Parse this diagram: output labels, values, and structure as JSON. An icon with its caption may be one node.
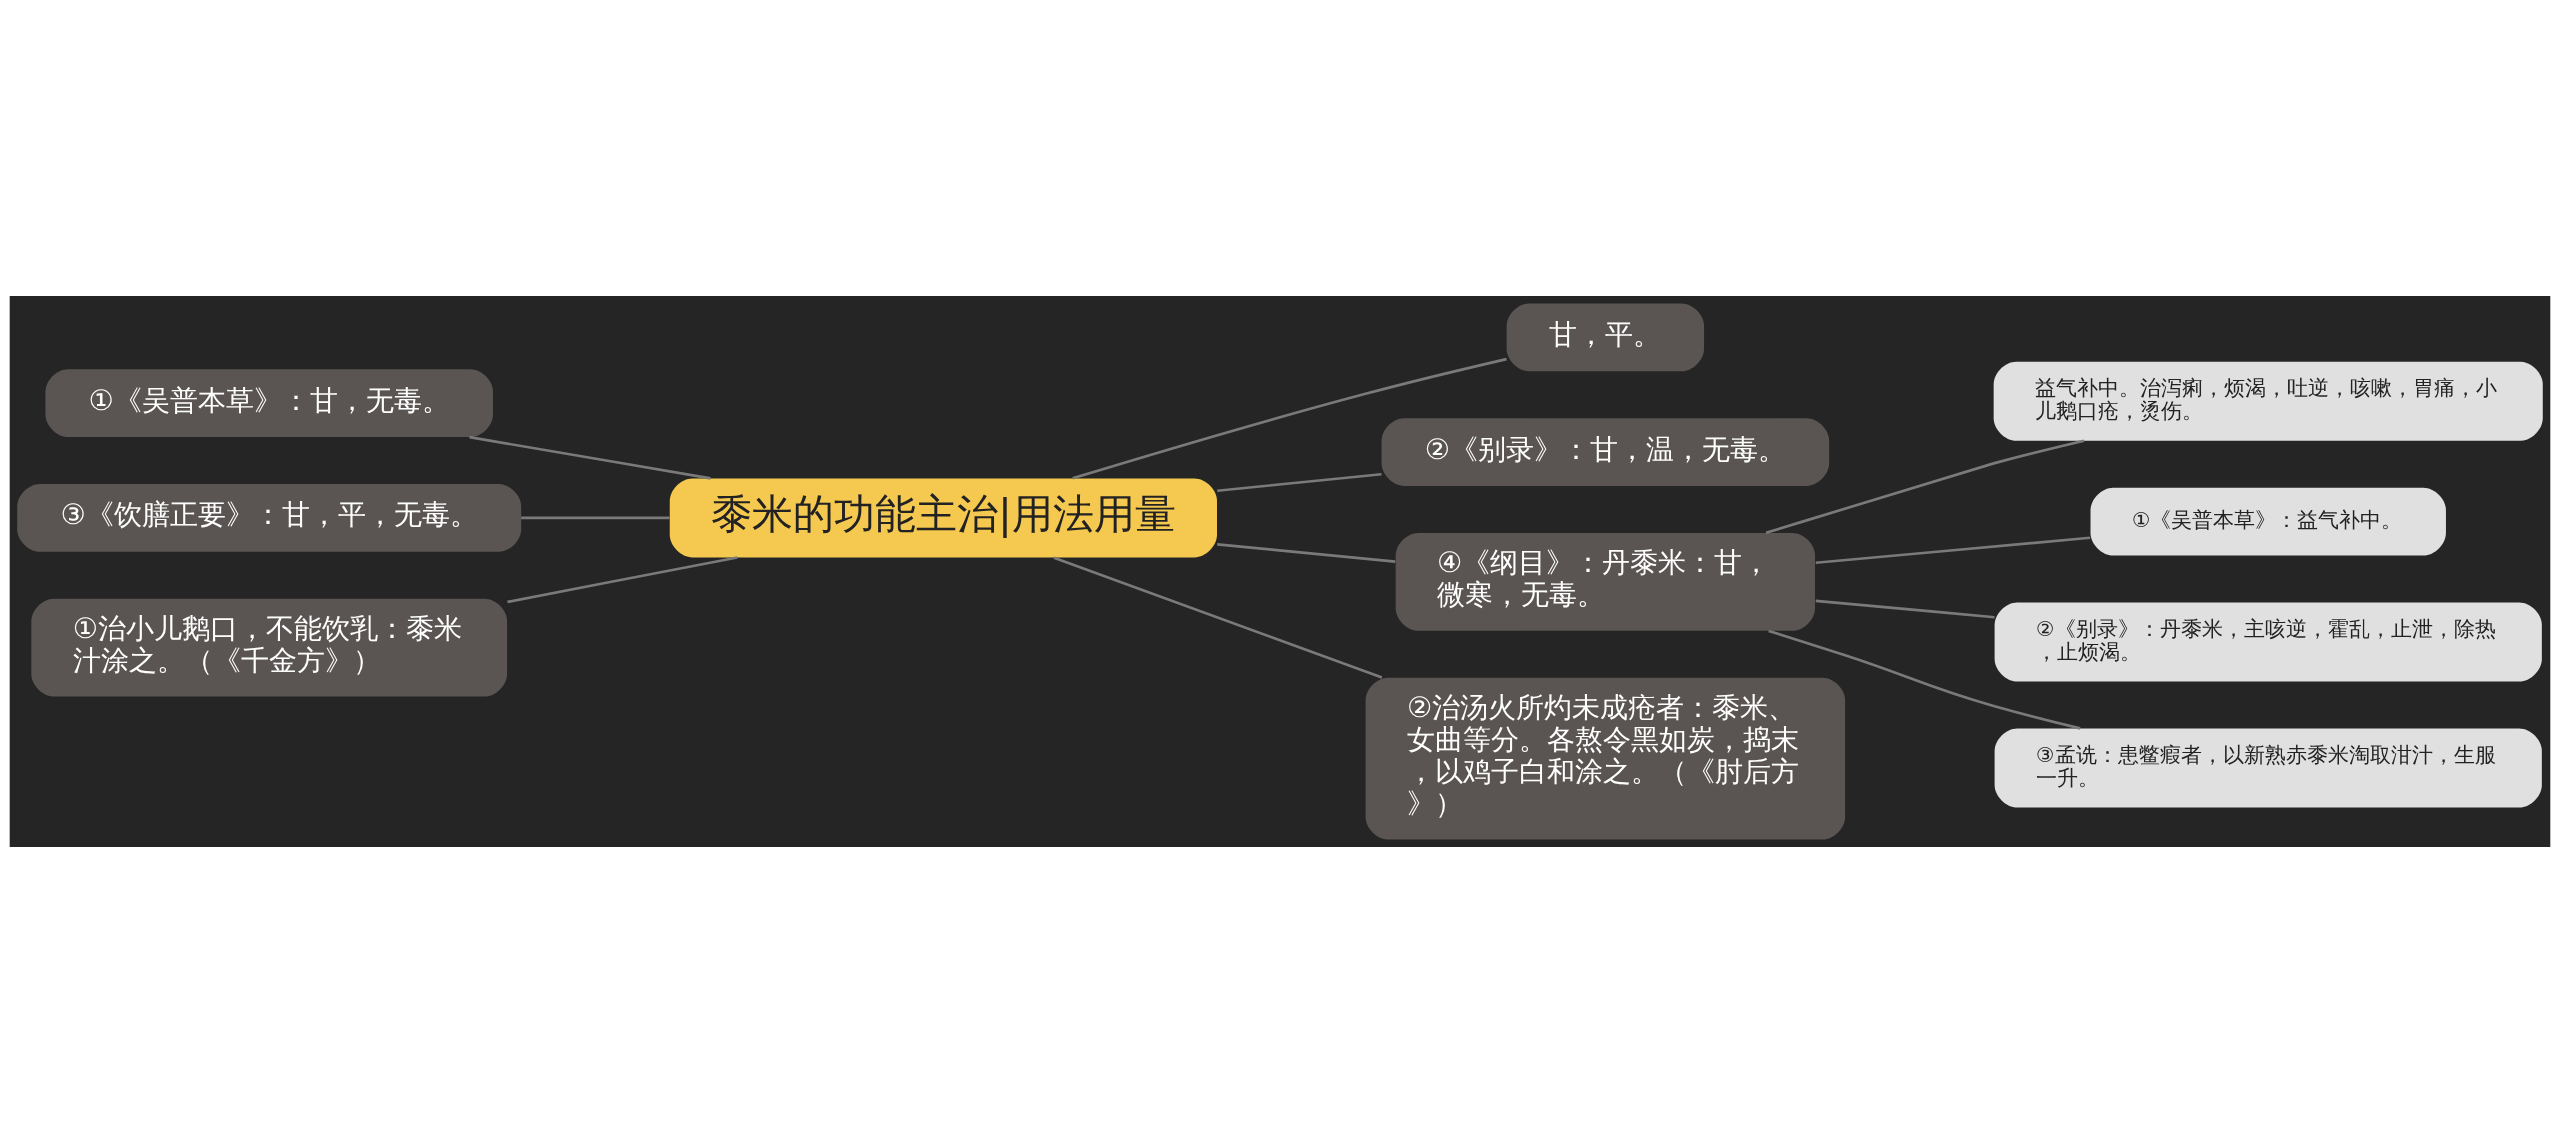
{
  "diagram": {
    "nodes": [
      {
        "text": [
          "黍米的功能主治|用法用量"
        ]
      },
      {
        "text": [
          "甘，平。"
        ]
      },
      {
        "text": [
          "②《别录》：甘，温，无毒。"
        ]
      },
      {
        "text": [
          "①《吴普本草》：甘，无毒。"
        ]
      },
      {
        "text": [
          "③《饮膳正要》：甘，平，无毒。"
        ]
      },
      {
        "text": [
          "①治小儿鹅口，不能饮乳：黍米汁涂之。（《千金方》）"
        ]
      },
      {
        "text": [
          "④《纲目》：丹黍米：甘，微寒，无毒。"
        ]
      },
      {
        "text": [
          "益气补中。治泻痢，烦渴，吐逆，咳嗽，胃痛，小儿鹅口疮，烫伤。"
        ]
      },
      {
        "text": [
          "①《吴普本草》：益气补中。"
        ]
      },
      {
        "text": [
          "②《别录》：丹黍米，主咳逆，霍乱，止泄，除热，止烦渴。"
        ]
      },
      {
        "text": [
          "③孟诜：患鳖瘕者，以新熟赤黍米淘取泔汁，生服一升。"
        ]
      },
      {
        "text": [
          "②治汤火所灼未成疮者：黍米、女曲等分。各熬令黑如炭，捣末，以鸡子白和涂之。（《肘后方》）"
        ]
      }
    ],
    "edges": [
      {
        "from": 0,
        "to": 1,
        "arrow": "none"
      },
      {
        "from": 0,
        "to": 2,
        "arrow": "none"
      },
      {
        "from": 0,
        "to": 3,
        "arrow": "none"
      },
      {
        "from": 0,
        "to": 4,
        "arrow": "none"
      },
      {
        "from": 0,
        "to": 5,
        "arrow": "none"
      },
      {
        "from": 0,
        "to": 6,
        "arrow": "none"
      },
      {
        "from": 6,
        "to": 7,
        "arrow": "none"
      },
      {
        "from": 6,
        "to": 8,
        "arrow": "none"
      },
      {
        "from": 6,
        "to": 9,
        "arrow": "none"
      },
      {
        "from": 6,
        "to": 10,
        "arrow": "none"
      },
      {
        "from": 0,
        "to": 11,
        "arrow": "none"
      }
    ]
  }
}
